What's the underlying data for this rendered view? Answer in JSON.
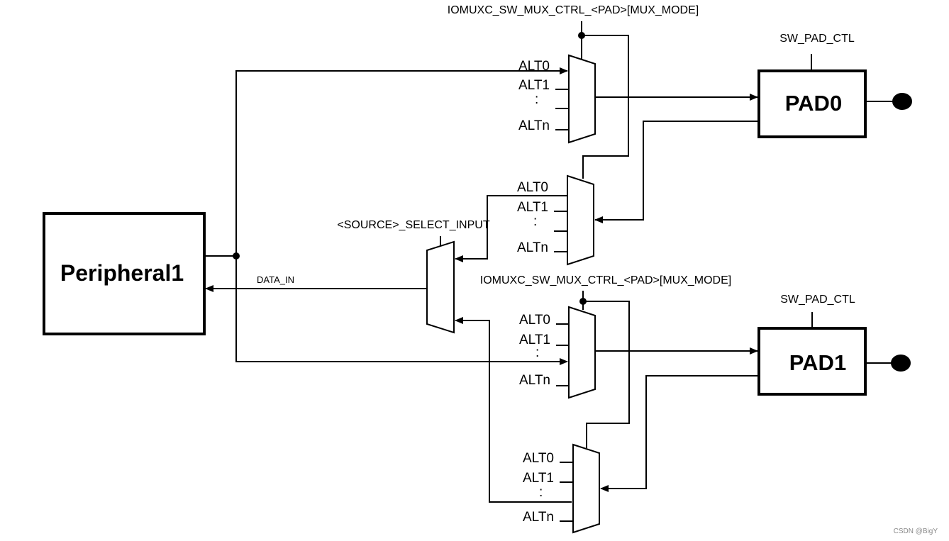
{
  "labels": {
    "mux_ctrl_top": "IOMUXC_SW_MUX_CTRL_<PAD>[MUX_MODE]",
    "mux_ctrl_bottom": "IOMUXC_SW_MUX_CTRL_<PAD>[MUX_MODE]",
    "select_input": "<SOURCE>_SELECT_INPUT",
    "sw_pad_ctl_0": "SW_PAD_CTL",
    "sw_pad_ctl_1": "SW_PAD_CTL",
    "data_in": "DATA_IN"
  },
  "blocks": {
    "peripheral": "Peripheral1",
    "pad0": "PAD0",
    "pad1": "PAD1"
  },
  "mux_inputs": {
    "alt0": "ALT0",
    "alt1": "ALT1",
    "dots": ":",
    "altn": "ALTn"
  },
  "watermark": "CSDN @BigY"
}
